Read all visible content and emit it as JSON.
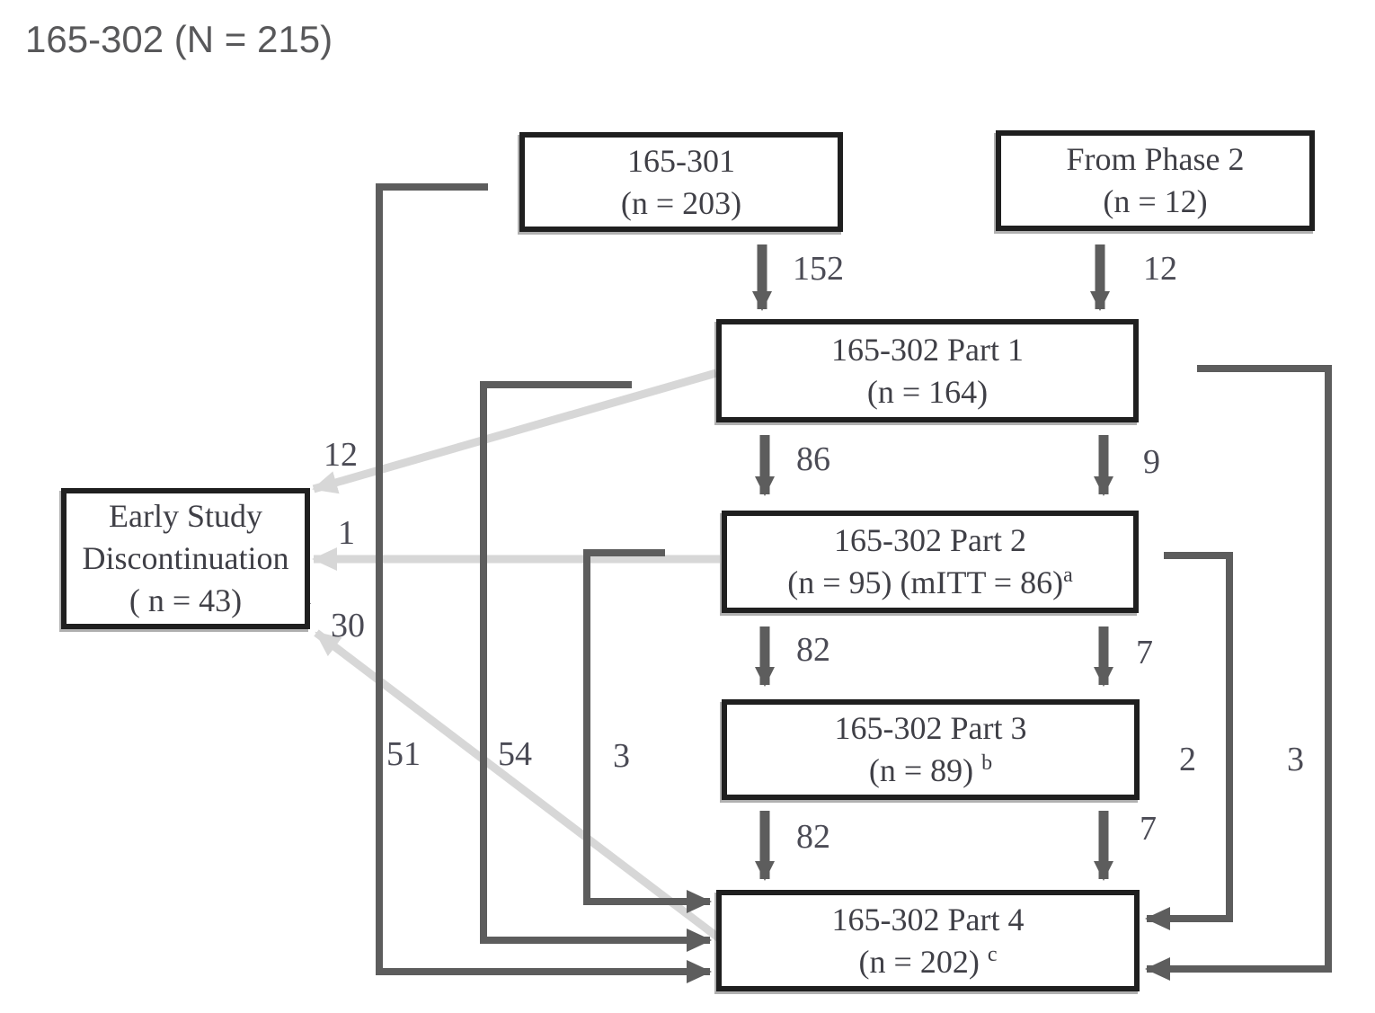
{
  "title": "165-302 (N = 215)",
  "colors": {
    "box_border": "#1f1f1f",
    "dark_arrow": "#5d5d5d",
    "light_arrow": "#d7d7d7",
    "text": "#3f3f46"
  },
  "boxes": {
    "source_301": {
      "line1": "165-301",
      "line2": "(n = 203)"
    },
    "from_phase2": {
      "line1": "From Phase 2",
      "line2": "(n = 12)"
    },
    "part1": {
      "line1": "165-302 Part 1",
      "line2": "(n = 164)"
    },
    "part2": {
      "line1": "165-302 Part 2",
      "line2": "(n = 95) (mITT = 86)",
      "sup": "a"
    },
    "part3": {
      "line1": "165-302 Part 3",
      "line2": "(n = 89) ",
      "sup": "b"
    },
    "part4": {
      "line1": "165-302 Part 4",
      "line2": "(n = 202) ",
      "sup": "c"
    },
    "discontinuation": {
      "line1": "Early Study",
      "line2": "Discontinuation",
      "line3": "( n = 43)"
    }
  },
  "counts": {
    "to_part1_from_301": "152",
    "to_part1_from_phase2": "12",
    "part1_to_part2_main": "86",
    "part1_to_part2_side": "9",
    "part2_to_part3_main": "82",
    "part2_to_part3_side": "7",
    "part3_to_part4_main": "82",
    "part3_to_part4_side": "7",
    "part1_to_discontinuation": "12",
    "part2_to_discontinuation": "1",
    "discontinuation_extra": "1",
    "part4_to_discontinuation": "30",
    "bypass_301_to_part4": "51",
    "bypass_part1_to_part4": "54",
    "bypass_part2_to_part4_left": "3",
    "bypass_part2_to_part4_right": "2",
    "bypass_part1_to_part4_right": "3"
  },
  "edges": [
    {
      "from": "165-301",
      "to": "165-302 Part 1",
      "n": 152
    },
    {
      "from": "From Phase 2",
      "to": "165-302 Part 1",
      "n": 12
    },
    {
      "from": "165-302 Part 1",
      "to": "165-302 Part 2",
      "n": 86
    },
    {
      "from": "165-302 Part 1",
      "to": "165-302 Part 2",
      "n": 9
    },
    {
      "from": "165-302 Part 2",
      "to": "165-302 Part 3",
      "n": 82
    },
    {
      "from": "165-302 Part 2",
      "to": "165-302 Part 3",
      "n": 7
    },
    {
      "from": "165-302 Part 3",
      "to": "165-302 Part 4",
      "n": 82
    },
    {
      "from": "165-302 Part 3",
      "to": "165-302 Part 4",
      "n": 7
    },
    {
      "from": "165-302 Part 1",
      "to": "Early Study Discontinuation",
      "n": 12
    },
    {
      "from": "165-302 Part 2",
      "to": "Early Study Discontinuation",
      "n": 1
    },
    {
      "from": "165-302 Part 4",
      "to": "Early Study Discontinuation",
      "n": 30
    },
    {
      "from": "165-301",
      "to": "165-302 Part 4",
      "n": 51
    },
    {
      "from": "165-302 Part 1",
      "to": "165-302 Part 4",
      "n": 54
    },
    {
      "from": "165-302 Part 2",
      "to": "165-302 Part 4",
      "n": 3
    },
    {
      "from": "165-302 Part 2",
      "to": "165-302 Part 4",
      "n": 2
    },
    {
      "from": "165-302 Part 1",
      "to": "165-302 Part 4",
      "n": 3
    }
  ]
}
